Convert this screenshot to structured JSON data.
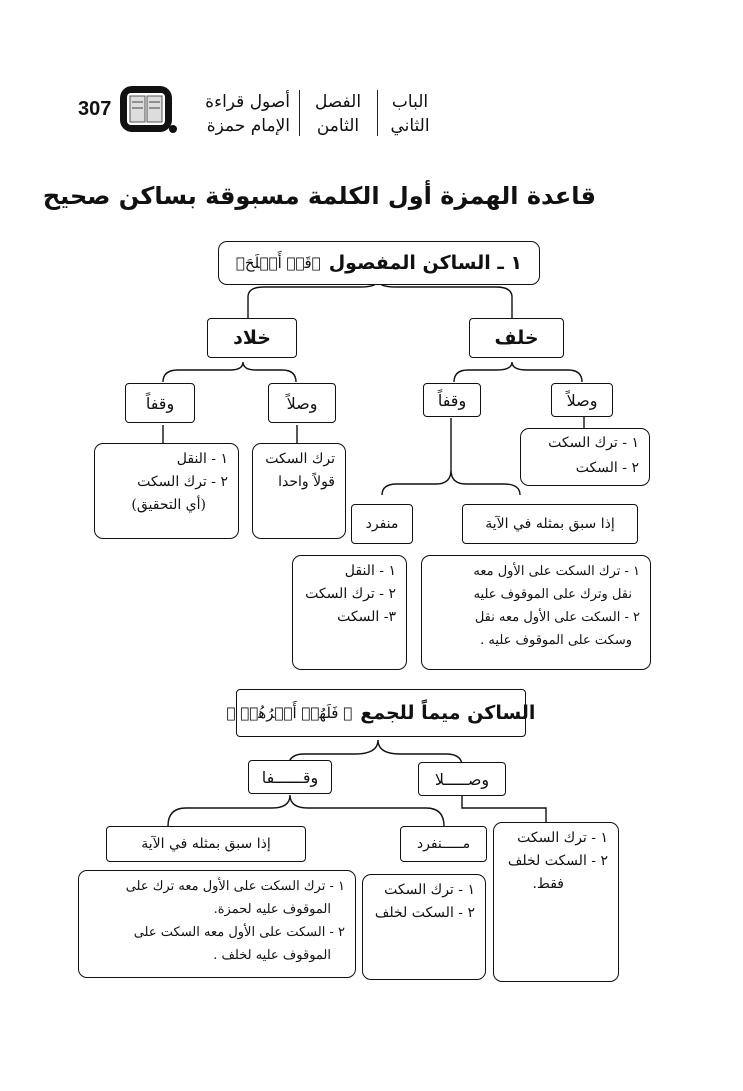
{
  "header": {
    "page_number": "307",
    "section_line1": "الباب",
    "section_line2": "الثاني",
    "chapter_line1": "الفصل",
    "chapter_line2": "الثامن",
    "book_line1": "أصول قراءة",
    "book_line2": "الإمام حمزة",
    "book_icon": "book-icon"
  },
  "title": "قاعدة الهمزة أول الكلمة مسبوقة بساكن صحيح",
  "section1": {
    "heading": "١ ـ الساكن المفصول",
    "verse": "﴿قَدۡ أَفۡلَحَ﴾",
    "khalaf": "خلف",
    "khallad": "خلاد",
    "khalaf_wasl": "وصلاً",
    "khalaf_waqf": "وقفاً",
    "khallad_wasl": "وصلاً",
    "khallad_waqf": "وقفاً",
    "khalaf_wasl_items": [
      "١ - ترك السكت",
      "٢ - السكت"
    ],
    "khallad_wasl_items": [
      "ترك السكت",
      "قولاً واحدا"
    ],
    "khallad_waqf_items": [
      "١ - النقل",
      "٢ - ترك السكت",
      "(أي التحقيق)"
    ],
    "munfarid": "منفرد",
    "preceded": "إذا سبق بمثله في الآية",
    "munfarid_items": [
      "١ - النقل",
      "٢ - ترك السكت",
      "٣- السكت"
    ],
    "preceded_items": [
      "١ - ترك السكت على الأول معه",
      "نقل وترك على الموقوف عليه",
      "٢ - السكت على الأول معه نقل",
      "وسكت على الموقوف عليه ."
    ]
  },
  "section2": {
    "heading": "الساكن ميماً للجمع",
    "verse": "﴿ فَلَهُمۡ أَجۡرُهُمۡ ﴾",
    "wasl": "وصـــــلا",
    "waqf": "وقــــــفا",
    "wasl_items": [
      "١ - ترك السكت",
      "٢ - السكت لخلف",
      "فقط."
    ],
    "munfarid": "مـــــنفرد",
    "preceded": "إذا سبق بمثله في الآية",
    "munfarid_items": [
      "١ - ترك السكت",
      "٢ - السكت لخلف"
    ],
    "preceded_items": [
      "١ - ترك السكت على الأول معه ترك على",
      "الموقوف عليه لحمزة.",
      "٢ - السكت على الأول معه السكت على",
      "الموقوف عليه لخلف ."
    ]
  }
}
